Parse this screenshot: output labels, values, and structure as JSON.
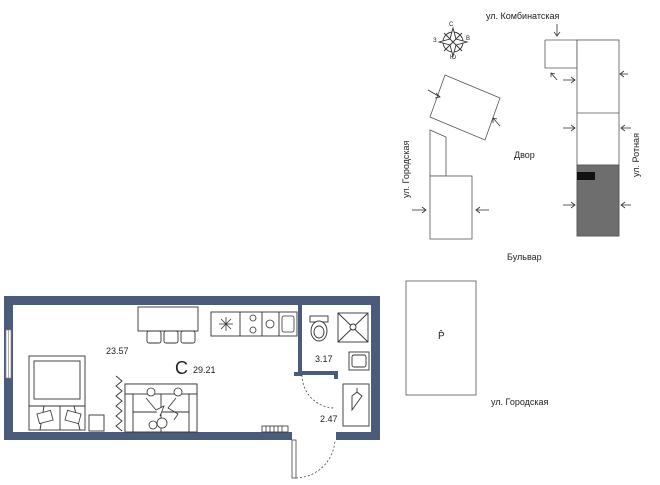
{
  "apartment": {
    "type_letter": "С",
    "total_area": "29.21",
    "rooms": [
      {
        "id": "living",
        "area": "23.57"
      },
      {
        "id": "bathroom",
        "area": "3.17"
      },
      {
        "id": "hallway",
        "area": "2.47"
      }
    ]
  },
  "compass": {
    "n": "С",
    "e": "В",
    "s": "Ю",
    "w": "З"
  },
  "siteplan": {
    "street_top": "ул. Комбинатская",
    "street_left": "ул. Городская",
    "street_right": "ул. Ротная",
    "street_bottom": "ул. Городская",
    "courtyard": "Двор",
    "boulevard": "Бульвар",
    "parking": "P̂"
  },
  "colors": {
    "wall": "#4b5b7a",
    "highlight": "#6e6e6e",
    "line": "#333333"
  }
}
